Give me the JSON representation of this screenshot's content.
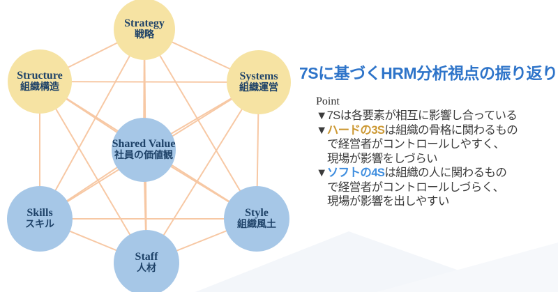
{
  "diagram": {
    "nodes": [
      {
        "id": "strategy",
        "en": "Strategy",
        "jp": "戦略",
        "type": "hard"
      },
      {
        "id": "structure",
        "en": "Structure",
        "jp": "組織構造",
        "type": "hard"
      },
      {
        "id": "systems",
        "en": "Systems",
        "jp": "組織運営",
        "type": "hard"
      },
      {
        "id": "shared-value",
        "en": "Shared Value",
        "jp": "社員の価値観",
        "type": "soft"
      },
      {
        "id": "skills",
        "en": "Skills",
        "jp": "スキル",
        "type": "soft"
      },
      {
        "id": "style",
        "en": "Style",
        "jp": "組織風土",
        "type": "soft"
      },
      {
        "id": "staff",
        "en": "Staff",
        "jp": "人材",
        "type": "soft"
      }
    ],
    "edges": [
      [
        "strategy",
        "structure"
      ],
      [
        "strategy",
        "systems"
      ],
      [
        "strategy",
        "shared-value"
      ],
      [
        "strategy",
        "skills"
      ],
      [
        "strategy",
        "style"
      ],
      [
        "strategy",
        "staff"
      ],
      [
        "structure",
        "systems"
      ],
      [
        "structure",
        "shared-value"
      ],
      [
        "structure",
        "skills"
      ],
      [
        "structure",
        "style"
      ],
      [
        "structure",
        "staff"
      ],
      [
        "systems",
        "shared-value"
      ],
      [
        "systems",
        "skills"
      ],
      [
        "systems",
        "style"
      ],
      [
        "systems",
        "staff"
      ],
      [
        "shared-value",
        "skills"
      ],
      [
        "shared-value",
        "style"
      ],
      [
        "shared-value",
        "staff"
      ],
      [
        "skills",
        "style"
      ],
      [
        "skills",
        "staff"
      ],
      [
        "style",
        "staff"
      ]
    ],
    "colors": {
      "hard": "#F6E3A3",
      "soft": "#A6C7E7",
      "edge": "#F7C8A4",
      "label": "#1E4268"
    }
  },
  "panel": {
    "title": "7Sに基づくHRM分析視点の振り返り",
    "title_color": "#2E74C9",
    "point_label": "Point",
    "accent_hard": "#CC9833",
    "accent_soft": "#3F8EDF",
    "bullets": [
      {
        "parts": [
          {
            "t": "▼7Sは各要素が相互に影響し合っている"
          }
        ]
      },
      {
        "parts": [
          {
            "t": "▼"
          },
          {
            "t": "ハードの3S",
            "c": "hard"
          },
          {
            "t": "は組織の骨格に関わるもの"
          }
        ]
      },
      {
        "parts": [
          {
            "t": "で経営者がコントロールしやすく、"
          }
        ],
        "indent": true
      },
      {
        "parts": [
          {
            "t": "現場が影響をしづらい"
          }
        ],
        "indent": true
      },
      {
        "parts": [
          {
            "t": "▼"
          },
          {
            "t": "ソフトの4S",
            "c": "soft"
          },
          {
            "t": "は組織の人に関わるもの"
          }
        ]
      },
      {
        "parts": [
          {
            "t": "で経営者がコントロールしづらく、"
          }
        ],
        "indent": true
      },
      {
        "parts": [
          {
            "t": "現場が影響を出しやすい"
          }
        ],
        "indent": true
      }
    ]
  }
}
